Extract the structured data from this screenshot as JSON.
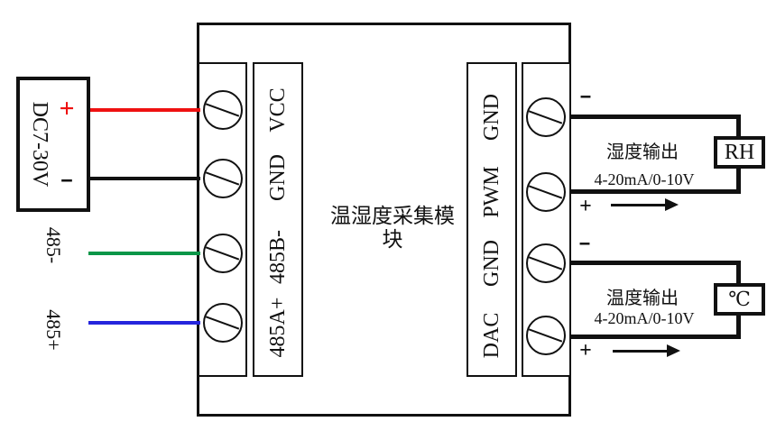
{
  "diagram": {
    "module_label": "温湿度采集模块",
    "power_supply": {
      "label": "DC7-30V",
      "plus_sign": "+",
      "minus_sign": "-"
    },
    "rs485": {
      "minus_label": "485-",
      "plus_label": "485+"
    },
    "left_terminal_labels": [
      "VCC",
      "GND",
      "485B-",
      "485A+"
    ],
    "right_terminal_labels": [
      "GND",
      "PWM",
      "GND",
      "DAC"
    ],
    "outputs": {
      "humidity": {
        "minus_sign": "-",
        "plus_sign": "+",
        "title": "湿度输出",
        "range": "4-20mA/0-10V",
        "unit": "RH"
      },
      "temperature": {
        "minus_sign": "-",
        "plus_sign": "+",
        "title": "温度输出",
        "range": "4-20mA/0-10V",
        "unit": "℃"
      }
    },
    "wire_colors": {
      "power_plus": "#ee1111",
      "power_minus": "#111111",
      "rs485_minus": "#0a9648",
      "rs485_plus": "#2525dd"
    }
  }
}
